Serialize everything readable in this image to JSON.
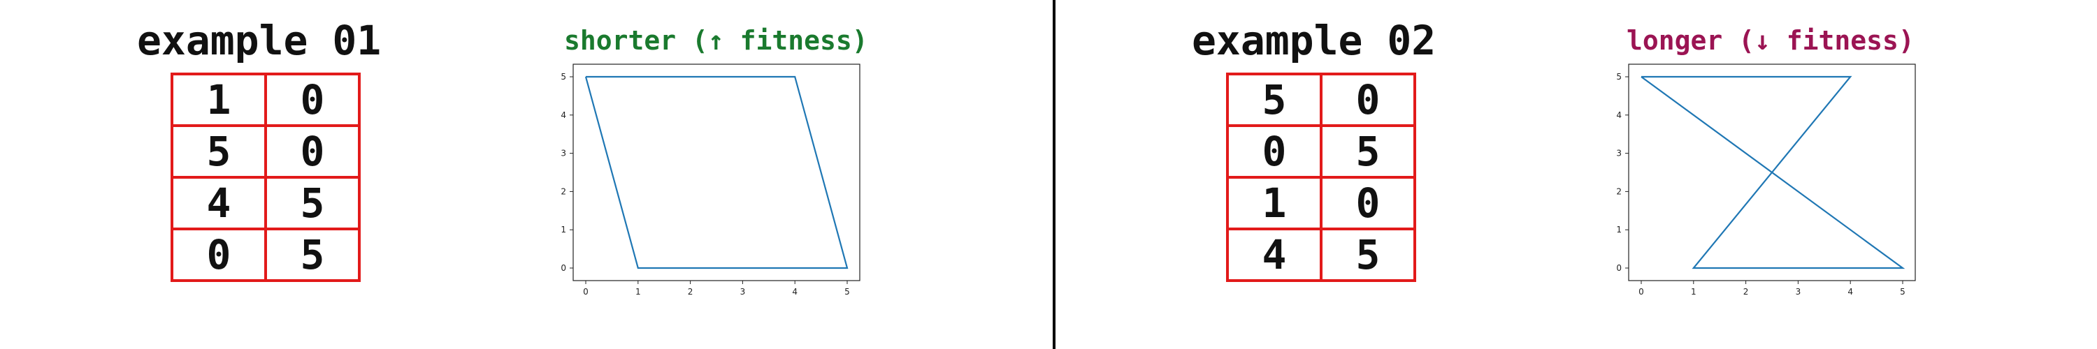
{
  "divider": true,
  "examples": [
    {
      "title": "example 01",
      "plot_title": "shorter (↑ fitness)",
      "plot_title_color": "#1a7a2e",
      "table_border_color": "#e21a1a",
      "rows": [
        [
          "1",
          "0"
        ],
        [
          "5",
          "0"
        ],
        [
          "4",
          "5"
        ],
        [
          "0",
          "5"
        ]
      ]
    },
    {
      "title": "example 02",
      "plot_title": "longer (↓ fitness)",
      "plot_title_color": "#9b1453",
      "table_border_color": "#e21a1a",
      "rows": [
        [
          "5",
          "0"
        ],
        [
          "0",
          "5"
        ],
        [
          "1",
          "0"
        ],
        [
          "4",
          "5"
        ]
      ]
    }
  ],
  "chart_data": [
    {
      "type": "line",
      "title": "shorter (↑ fitness)",
      "x": [
        0,
        1,
        5,
        4,
        0
      ],
      "y": [
        5,
        0,
        0,
        5,
        5
      ],
      "xlim": [
        0,
        5
      ],
      "ylim": [
        0,
        5
      ],
      "xticks": [
        "0",
        "1",
        "2",
        "3",
        "4",
        "5"
      ],
      "yticks": [
        "0",
        "1",
        "2",
        "3",
        "4",
        "5"
      ],
      "line_color": "#1f77b4",
      "grid": false
    },
    {
      "type": "line",
      "title": "longer (↓ fitness)",
      "x": [
        0,
        5,
        1,
        4,
        0
      ],
      "y": [
        5,
        0,
        0,
        5,
        5
      ],
      "xlim": [
        0,
        5
      ],
      "ylim": [
        0,
        5
      ],
      "xticks": [
        "0",
        "1",
        "2",
        "3",
        "4",
        "5"
      ],
      "yticks": [
        "0",
        "1",
        "2",
        "3",
        "4",
        "5"
      ],
      "line_color": "#1f77b4",
      "grid": false
    }
  ]
}
